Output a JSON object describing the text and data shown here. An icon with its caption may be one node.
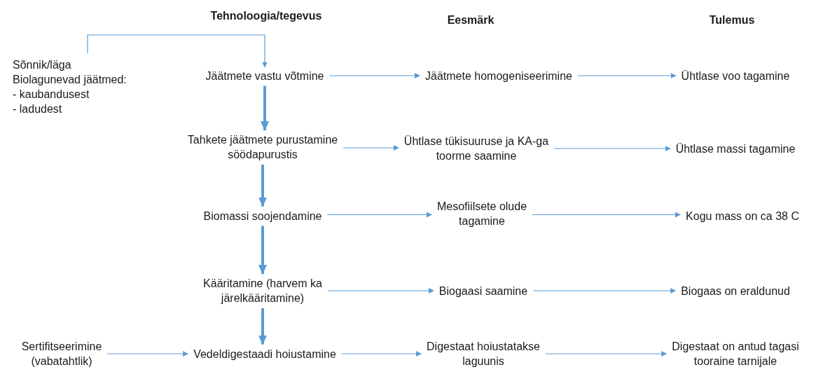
{
  "diagram": {
    "nodes": [
      {
        "text": [
          "Sõnnik/läga",
          "Biolagunevad jäätmed:",
          "- kaubandusest",
          "- ladudest"
        ]
      },
      {
        "text": [
          "Jäätmete vastu võtmine"
        ]
      },
      {
        "text": [
          "Jäätmete homogeniseerimine"
        ]
      },
      {
        "text": [
          "Ühtlase voo tagamine"
        ]
      },
      {
        "text": [
          "Tahkete jäätmete purustamine söödapurustis"
        ]
      },
      {
        "text": [
          "Ühtlase tükisuuruse ja KA-ga toorme saamine"
        ]
      },
      {
        "text": [
          "Ühtlase massi tagamine"
        ]
      },
      {
        "text": [
          "Biomassi soojendamine"
        ]
      },
      {
        "text": [
          "Mesofiilsete olude tagamine"
        ]
      },
      {
        "text": [
          "Kogu mass on ca 38 C"
        ]
      },
      {
        "text": [
          "Kääritamine (harvem ka järelkääritamine)"
        ]
      },
      {
        "text": [
          "Biogaasi saamine"
        ]
      },
      {
        "text": [
          "Biogaas on eraldunud"
        ]
      },
      {
        "text": [
          "Sertifitseerimine (vabatahtlik)"
        ]
      },
      {
        "text": [
          "Vedeldigestaadi hoiustamine"
        ]
      },
      {
        "text": [
          "Digestaat hoiustatakse laguunis"
        ]
      },
      {
        "text": [
          "Digestaat on antud tagasi tooraine tarnijale"
        ]
      }
    ],
    "edges": [
      {
        "from": 0,
        "to": 1,
        "arrow": "to"
      },
      {
        "from": 1,
        "to": 2,
        "arrow": "to"
      },
      {
        "from": 2,
        "to": 3,
        "arrow": "to"
      },
      {
        "from": 1,
        "to": 4,
        "arrow": "to",
        "style": "thick"
      },
      {
        "from": 4,
        "to": 5,
        "arrow": "to"
      },
      {
        "from": 5,
        "to": 6,
        "arrow": "to"
      },
      {
        "from": 4,
        "to": 7,
        "arrow": "to",
        "style": "thick"
      },
      {
        "from": 7,
        "to": 8,
        "arrow": "to"
      },
      {
        "from": 8,
        "to": 9,
        "arrow": "to"
      },
      {
        "from": 7,
        "to": 10,
        "arrow": "to",
        "style": "thick"
      },
      {
        "from": 10,
        "to": 11,
        "arrow": "to"
      },
      {
        "from": 11,
        "to": 12,
        "arrow": "to"
      },
      {
        "from": 10,
        "to": 14,
        "arrow": "to",
        "style": "thick"
      },
      {
        "from": 13,
        "to": 14,
        "arrow": "to"
      },
      {
        "from": 14,
        "to": 15,
        "arrow": "to"
      },
      {
        "from": 15,
        "to": 16,
        "arrow": "to"
      }
    ],
    "labels": [
      "Tehnoloogia/tegevus",
      "Eesmärk",
      "Tulemus"
    ]
  }
}
